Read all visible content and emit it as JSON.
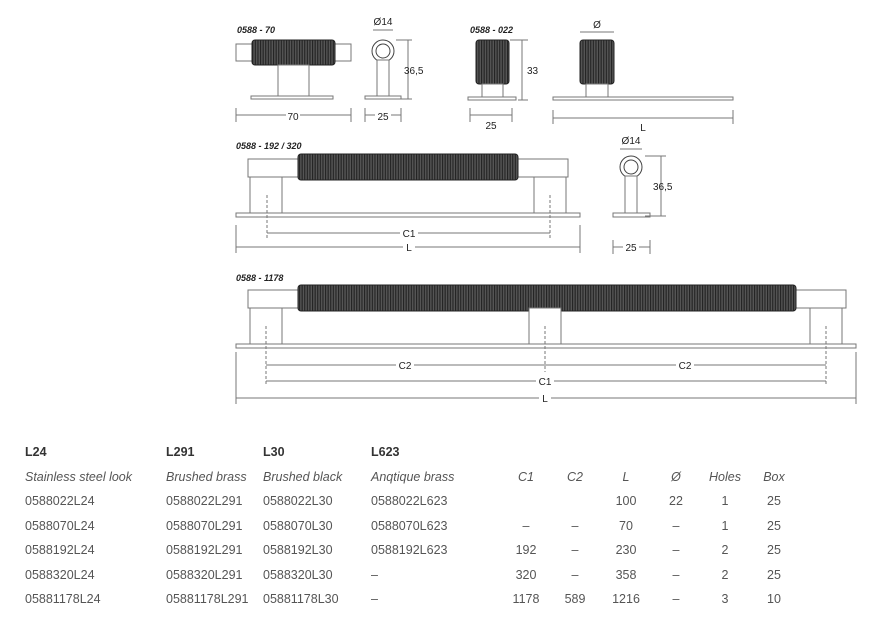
{
  "diagram": {
    "labels": {
      "m70": "0588 - 70",
      "m022": "0588 - 022",
      "m192": "0588 - 192 / 320",
      "m1178": "0588 - 1178"
    },
    "dims": {
      "d14": "Ø14",
      "d365": "36,5",
      "d70": "70",
      "d25": "25",
      "d33": "33",
      "dphi": "Ø",
      "L": "L",
      "C1": "C1",
      "C2": "C2"
    }
  },
  "table": {
    "finishes": [
      "L24",
      "L291",
      "L30",
      "L623"
    ],
    "finish_names": [
      "Stainless steel look",
      "Brushed brass",
      "Brushed black",
      "Anqtique brass"
    ],
    "columns": [
      "C1",
      "C2",
      "L",
      "Ø",
      "Holes",
      "Box"
    ],
    "rows": [
      {
        "l24": "0588022L24",
        "l291": "0588022L291",
        "l30": "0588022L30",
        "l623": "0588022L623",
        "c1": "",
        "c2": "",
        "l": "100",
        "d": "22",
        "holes": "1",
        "box": "25"
      },
      {
        "l24": "0588070L24",
        "l291": "0588070L291",
        "l30": "0588070L30",
        "l623": "0588070L623",
        "c1": "–",
        "c2": "–",
        "l": "70",
        "d": "–",
        "holes": "1",
        "box": "25"
      },
      {
        "l24": "0588192L24",
        "l291": "0588192L291",
        "l30": "0588192L30",
        "l623": "0588192L623",
        "c1": "192",
        "c2": "–",
        "l": "230",
        "d": "–",
        "holes": "2",
        "box": "25"
      },
      {
        "l24": "0588320L24",
        "l291": "0588320L291",
        "l30": "0588320L30",
        "l623": "–",
        "c1": "320",
        "c2": "–",
        "l": "358",
        "d": "–",
        "holes": "2",
        "box": "25"
      },
      {
        "l24": "05881178L24",
        "l291": "05881178L291",
        "l30": "05881178L30",
        "l623": "–",
        "c1": "1178",
        "c2": "589",
        "l": "1216",
        "d": "–",
        "holes": "3",
        "box": "10"
      }
    ]
  }
}
